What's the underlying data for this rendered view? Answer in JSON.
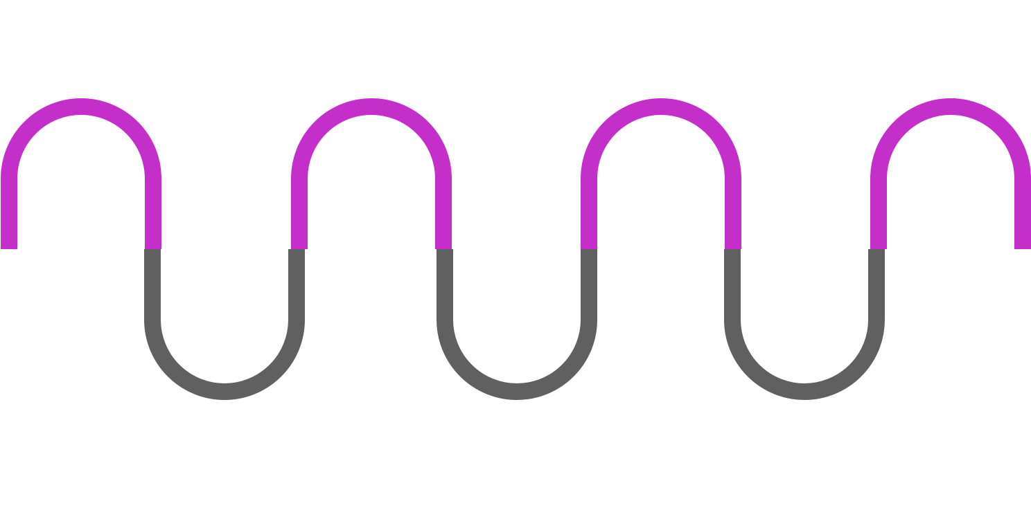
{
  "figure": {
    "description_kind": "decorative-wave",
    "colors": {
      "upper_arc": "#c52fc9",
      "lower_arc": "#606060",
      "background": "#ffffff"
    },
    "upper_arc_count": 4,
    "lower_arc_count": 3
  }
}
